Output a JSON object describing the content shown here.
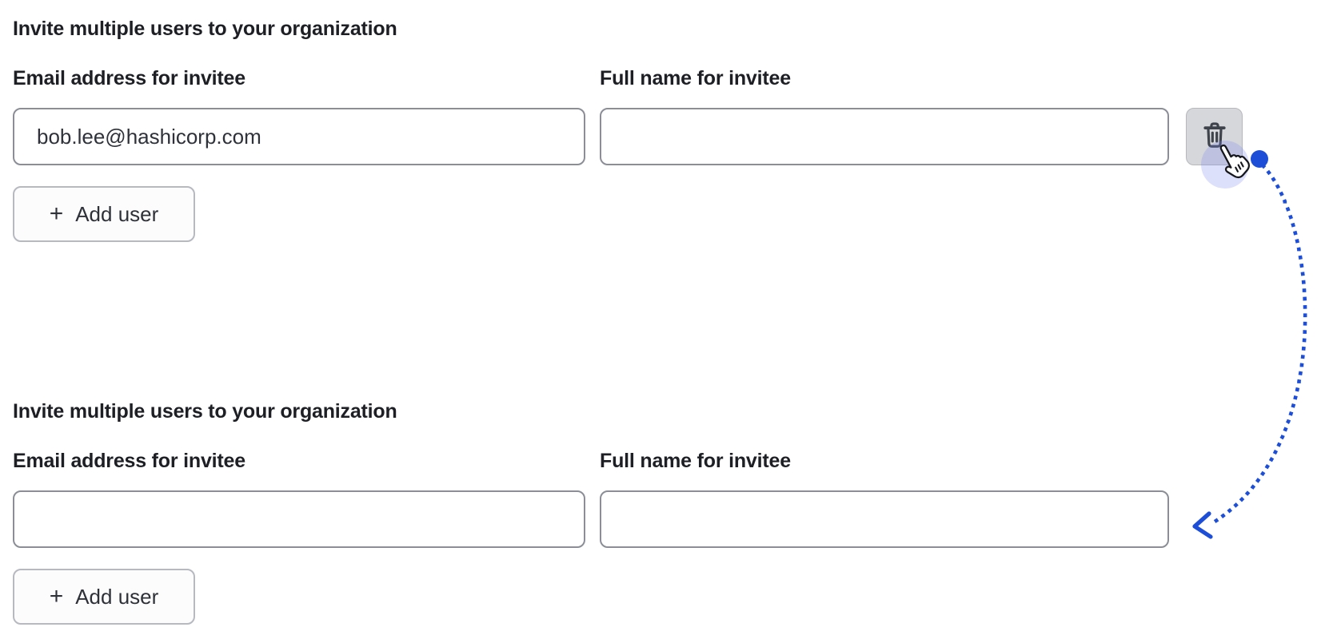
{
  "page": {
    "background": "#ffffff"
  },
  "sections": [
    {
      "heading": "Invite multiple users to your organization",
      "fields": [
        {
          "label": "Email address for invitee",
          "value": "bob.lee@hashicorp.com"
        },
        {
          "label": "Full name for invitee",
          "value": ""
        }
      ],
      "add_user": {
        "icon": "+",
        "label": "Add user"
      },
      "has_delete_button": true
    },
    {
      "heading": "Invite multiple users to your organization",
      "fields": [
        {
          "label": "Email address for invitee",
          "value": ""
        },
        {
          "label": "Full name for invitee",
          "value": ""
        }
      ],
      "add_user": {
        "icon": "+",
        "label": "Add user"
      },
      "has_delete_button": false
    }
  ],
  "icons": {
    "trash": "trash-icon",
    "cursor": "hand-pointer-icon"
  },
  "annotation": {
    "arrow_color": "#1d4ed8",
    "halo_color": "rgba(125,135,240,0.26)",
    "description-colors": {
      "input_border": "#8b8e96",
      "button_border": "#b7b9c0",
      "delete_button_bg": "#d5d7db",
      "icon_stroke": "#3f434b",
      "text_dark": "#1d1f24"
    }
  }
}
